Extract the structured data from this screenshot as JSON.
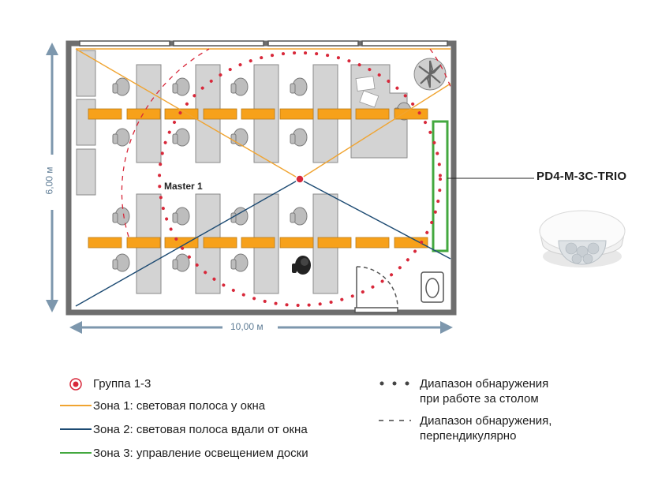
{
  "dimensions": {
    "width_label": "10,00 м",
    "height_label": "6,00 м"
  },
  "sensor": {
    "label": "PD4-M-3C-TRIO"
  },
  "master": {
    "label": "Master 1"
  },
  "legend": {
    "group": "Группа 1-3",
    "zone1": "Зона 1: световая полоса у окна",
    "zone2": "Зона 2: световая полоса вдали от окна",
    "zone3": "Зона 3: управление освещением доски",
    "desk_range_line1": "Диапазон обнаружения",
    "desk_range_line2": "при работе за столом",
    "perp_range_line1": "Диапазон обнаружения,",
    "perp_range_line2": "перпендикулярно"
  },
  "colors": {
    "zone1": "#f0a431",
    "zone2": "#1c4a72",
    "zone3": "#43a83f",
    "detection": "#d8283a",
    "wall": "#6e6e6e",
    "dimension": "#7d97ad"
  }
}
